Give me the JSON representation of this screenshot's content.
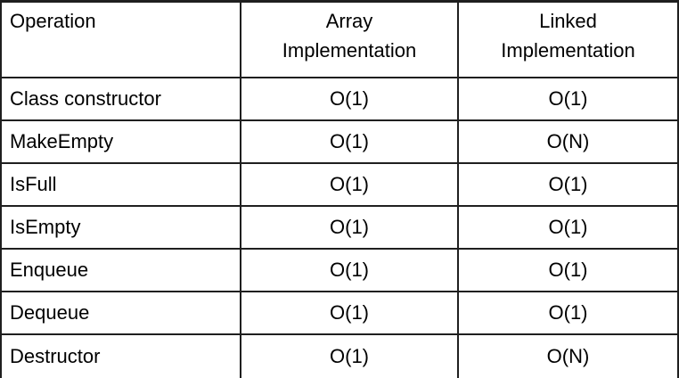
{
  "page": {
    "background_color": "#ffffff"
  },
  "table": {
    "border_color": "#1f1f1f",
    "text_color": "#000000",
    "columns": [
      {
        "id": "operation",
        "label": "Operation"
      },
      {
        "id": "array",
        "label": "Array\nImplementation"
      },
      {
        "id": "linked",
        "label": "Linked\nImplementation"
      }
    ],
    "rows": [
      {
        "operation": "Class constructor",
        "array": "O(1)",
        "linked": "O(1)"
      },
      {
        "operation": "MakeEmpty",
        "array": "O(1)",
        "linked": "O(N)"
      },
      {
        "operation": "IsFull",
        "array": "O(1)",
        "linked": "O(1)"
      },
      {
        "operation": "IsEmpty",
        "array": "O(1)",
        "linked": "O(1)"
      },
      {
        "operation": "Enqueue",
        "array": "O(1)",
        "linked": "O(1)"
      },
      {
        "operation": "Dequeue",
        "array": "O(1)",
        "linked": "O(1)"
      },
      {
        "operation": "Destructor",
        "array": "O(1)",
        "linked": "O(N)"
      }
    ]
  }
}
